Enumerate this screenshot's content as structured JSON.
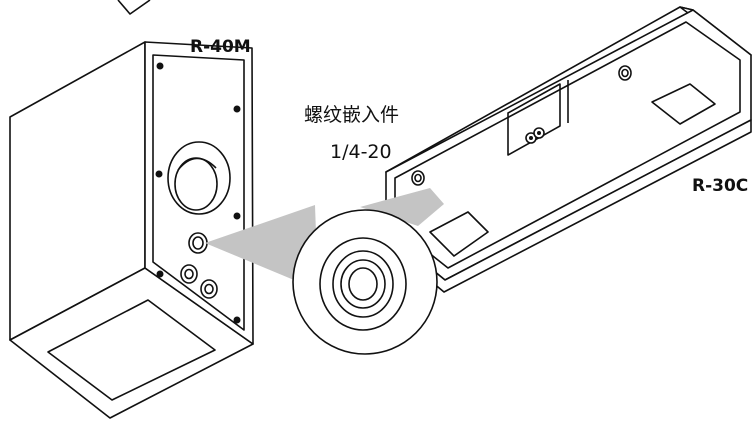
{
  "labels": {
    "model_left": "R-40M",
    "model_right": "R-30C",
    "insert_title": "螺纹嵌入件",
    "insert_spec": "1/4-20"
  },
  "colors": {
    "line": "#111111",
    "background": "#ffffff",
    "callout_fill": "#c4c4c4"
  }
}
